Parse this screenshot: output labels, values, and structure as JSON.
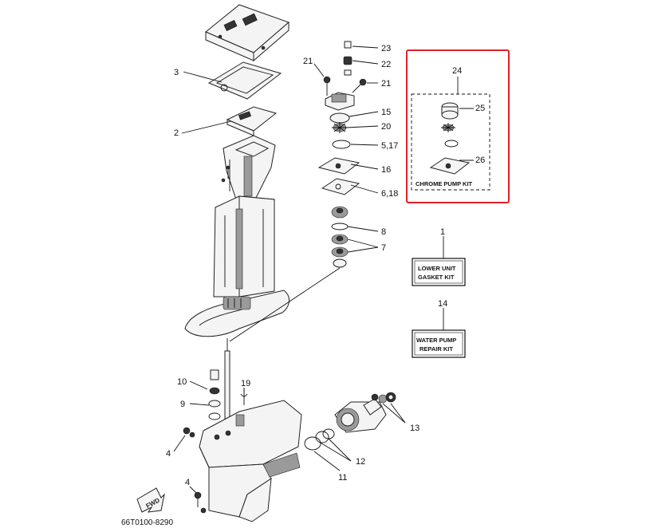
{
  "callouts": {
    "n1": "1",
    "n2": "2",
    "n3": "3",
    "n4a": "4",
    "n4b": "4",
    "n5_17": "5,17",
    "n6_18": "6,18",
    "n7": "7",
    "n8": "8",
    "n9": "9",
    "n10": "10",
    "n11": "11",
    "n12": "12",
    "n13": "13",
    "n14": "14",
    "n15": "15",
    "n16": "16",
    "n19": "19",
    "n20": "20",
    "n21a": "21",
    "n21b": "21",
    "n22": "22",
    "n23": "23",
    "n24": "24",
    "n25": "25",
    "n26": "26"
  },
  "kits": {
    "chrome_pump": "CHROME PUMP KIT",
    "lower_unit_line1": "LOWER UNIT",
    "lower_unit_line2": "GASKET KIT",
    "water_pump_line1": "WATER PUMP",
    "water_pump_line2": "REPAIR KIT"
  },
  "fwd_label": "FWD",
  "diagram_code": "66T0100-8290",
  "highlight_color": "#e0202a"
}
